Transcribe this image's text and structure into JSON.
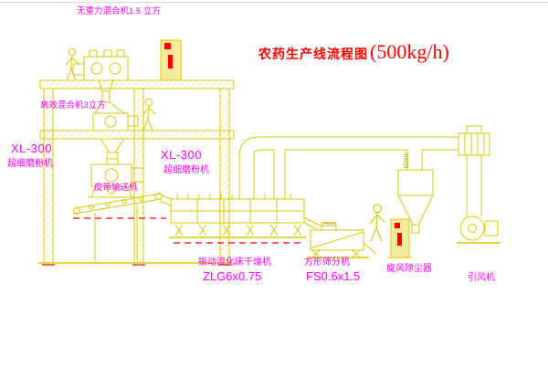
{
  "title": {
    "name": "农药生产线流程图",
    "capacity": "(500kg/h)"
  },
  "labels": {
    "top_mixer": "无重力混合机1.5 立方",
    "mid_mixer": "高效混合机3立方",
    "mill_left": {
      "model": "XL-300",
      "name": "超细磨粉机"
    },
    "mill_center": {
      "model": "XL-300",
      "name": "超细磨粉机"
    },
    "belt_conveyor": "皮带输送机",
    "dryer": {
      "name": "振动流化床干燥机",
      "model": "ZLG6x0.75"
    },
    "sieve": {
      "name": "方形筛分机",
      "model": "FS0.6x1.5",
      "dim": "1500"
    },
    "cyclone": {
      "name": "旋风除尘器",
      "dim": "Φ600"
    },
    "fan": "引风机"
  },
  "colors": {
    "drawing_line": "#d8c804",
    "label_text": "#ff00ff",
    "title_text": "#ff0000",
    "accent_red": "#ff0000",
    "cabinet_fill": "#f5ec9b",
    "background": "#ffffff"
  }
}
